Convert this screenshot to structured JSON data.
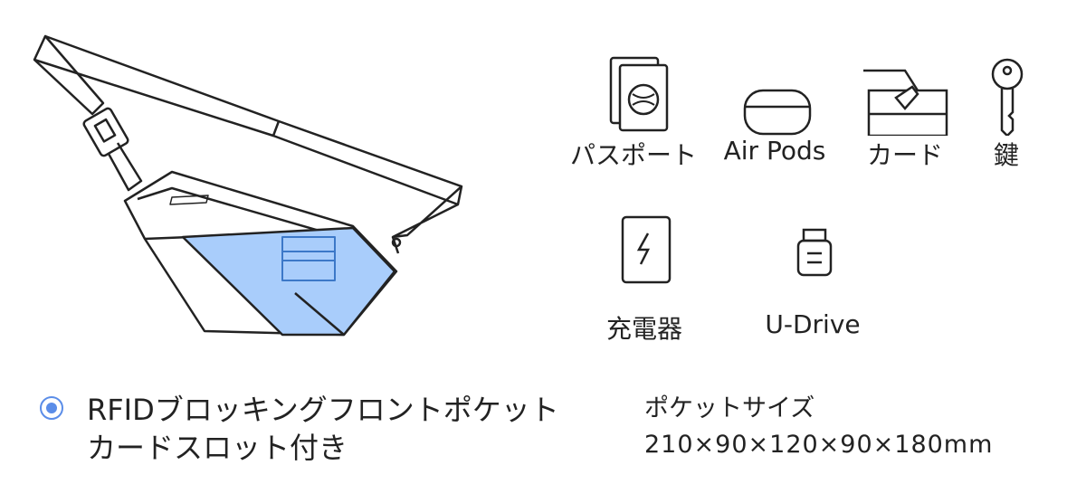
{
  "accent_color": "#5b8de8",
  "pocket_highlight_color": "#a9cdfb",
  "items": [
    {
      "label": "パスポート",
      "icon": "passport-icon"
    },
    {
      "label": "Air Pods",
      "icon": "airpods-case-icon"
    },
    {
      "label": "カード",
      "icon": "card-icon"
    },
    {
      "label": "鍵",
      "icon": "key-icon"
    },
    {
      "label": "充電器",
      "icon": "power-bank-icon"
    },
    {
      "label": "U-Drive",
      "icon": "usb-drive-icon"
    }
  ],
  "feature": {
    "line1": "RFIDブロッキングフロントポケット",
    "line2": "カードスロット付き",
    "selected": true
  },
  "pocket_size": {
    "label": "ポケットサイズ",
    "value": "210×90×120×90×180mm"
  }
}
